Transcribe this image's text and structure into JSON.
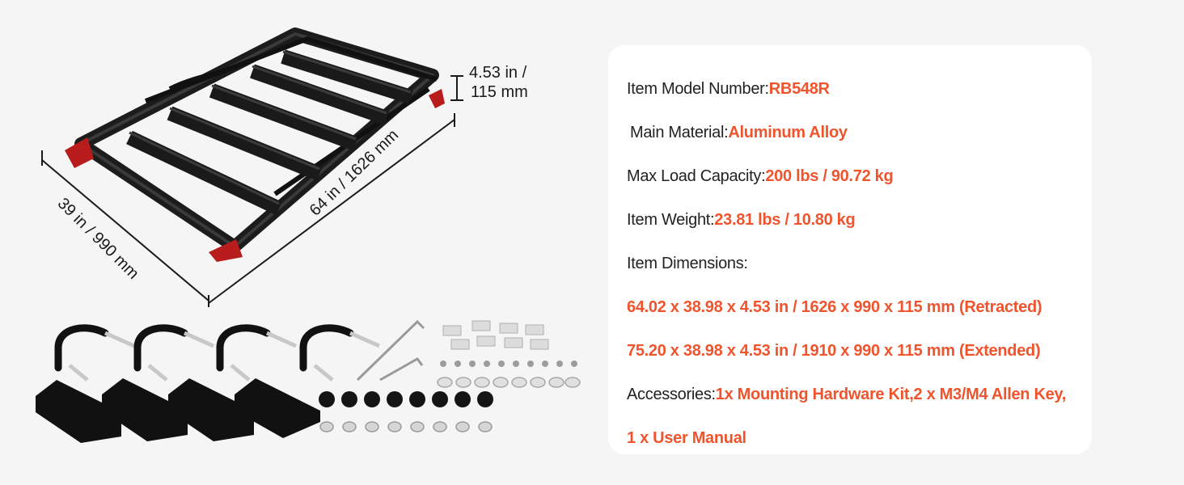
{
  "dimensions": {
    "height_line1": "4.53 in /",
    "height_line2": "115 mm",
    "length": "64 in / 1626 mm",
    "width": "39 in / 990 mm"
  },
  "specs": {
    "model": {
      "label": "Item Model Number: ",
      "value": "RB548R"
    },
    "material": {
      "label": "Main Material: ",
      "value": "Aluminum Alloy"
    },
    "load": {
      "label": "Max Load Capacity: ",
      "value": "200 lbs / 90.72 kg"
    },
    "weight": {
      "label": "Item Weight: ",
      "value": "23.81 lbs / 10.80 kg"
    },
    "dimensions_label": "Item Dimensions:",
    "dimensions_retracted": "64.02 x 38.98 x 4.53 in / 1626 x 990 x 115 mm (Retracted)",
    "dimensions_extended": "75.20 x 38.98 x 4.53 in / 1910 x 990 x 115 mm (Extended)",
    "accessories": {
      "label": "Accessories: ",
      "value_line1": "1x Mounting Hardware Kit,2 x M3/M4 Allen Key,",
      "value_line2": "1 x User Manual"
    }
  },
  "colors": {
    "accent": "#f0542d",
    "text": "#222222",
    "card": "#ffffff",
    "background": "#f5f5f5",
    "rack": "#1c1c1c"
  }
}
